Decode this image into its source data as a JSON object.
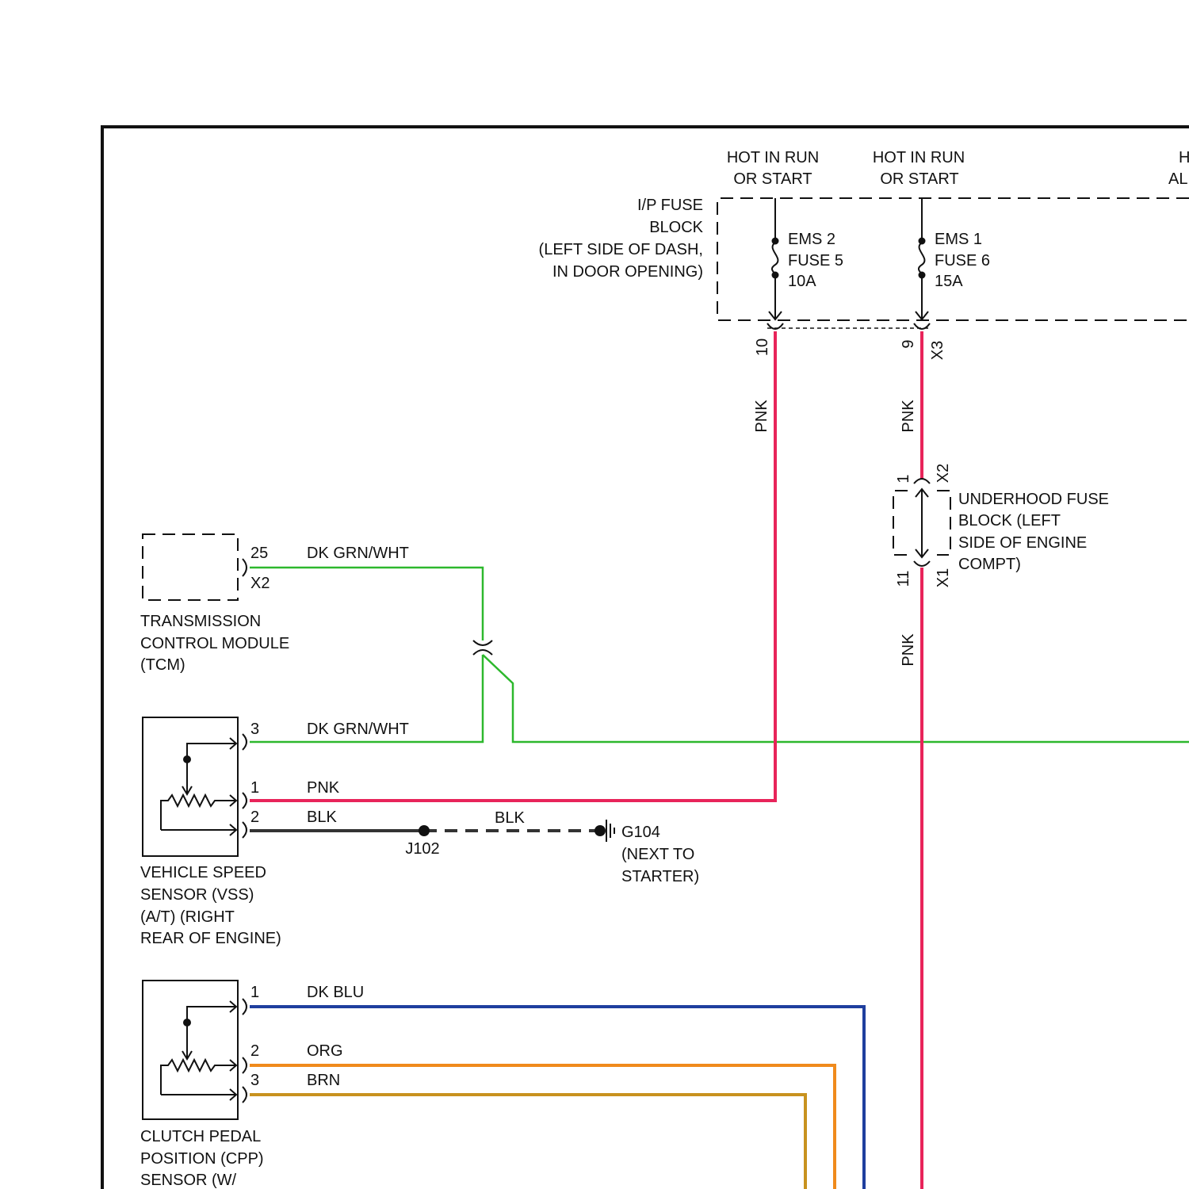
{
  "power": {
    "hot1": [
      "HOT IN RUN",
      "OR START"
    ],
    "hot2": [
      "HOT IN RUN",
      "OR START"
    ],
    "hot3": [
      "H",
      "AL"
    ]
  },
  "ip_fuse_block": {
    "label": [
      "I/P FUSE",
      "BLOCK",
      "(LEFT SIDE OF DASH,",
      "IN DOOR OPENING)"
    ],
    "fuse_a": [
      "EMS 2",
      "FUSE 5",
      "10A"
    ],
    "fuse_b": [
      "EMS 1",
      "FUSE 6",
      "15A"
    ],
    "pin_a": "10",
    "pin_b": "9",
    "connector": "X3"
  },
  "underhood_fuse_block": {
    "label": [
      "UNDERHOOD FUSE",
      "BLOCK (LEFT",
      "SIDE OF ENGINE",
      "COMPT)"
    ],
    "top_pin": "1",
    "top_connector": "X2",
    "bottom_pin": "11",
    "bottom_connector": "X1"
  },
  "tcm": {
    "label": [
      "TRANSMISSION",
      "CONTROL MODULE",
      "(TCM)"
    ],
    "pin": "25",
    "connector": "X2",
    "wire": "DK GRN/WHT"
  },
  "vss": {
    "label": [
      "VEHICLE SPEED",
      "SENSOR (VSS)",
      "(A/T) (RIGHT",
      "REAR OF ENGINE)"
    ],
    "pins": [
      {
        "pin": "3",
        "wire": "DK GRN/WHT"
      },
      {
        "pin": "1",
        "wire": "PNK"
      },
      {
        "pin": "2",
        "wire": "BLK"
      }
    ]
  },
  "splice": {
    "name": "J102",
    "wire_after": "BLK"
  },
  "ground": {
    "name": "G104",
    "label": [
      "(NEXT TO",
      "STARTER)"
    ]
  },
  "cpp": {
    "label": [
      "CLUTCH PEDAL",
      "POSITION (CPP)",
      "SENSOR (W/"
    ],
    "pins": [
      {
        "pin": "1",
        "wire": "DK BLU"
      },
      {
        "pin": "2",
        "wire": "ORG"
      },
      {
        "pin": "3",
        "wire": "BRN"
      }
    ]
  },
  "wire_labels": {
    "pnk_a": "PNK",
    "pnk_b": "PNK",
    "pnk_c": "PNK"
  },
  "colors": {
    "pink": "#e8245a",
    "green": "#2db82d",
    "black": "#333333",
    "blue": "#1f3f9e",
    "orange": "#f08a1c",
    "brown": "#c8921f"
  }
}
